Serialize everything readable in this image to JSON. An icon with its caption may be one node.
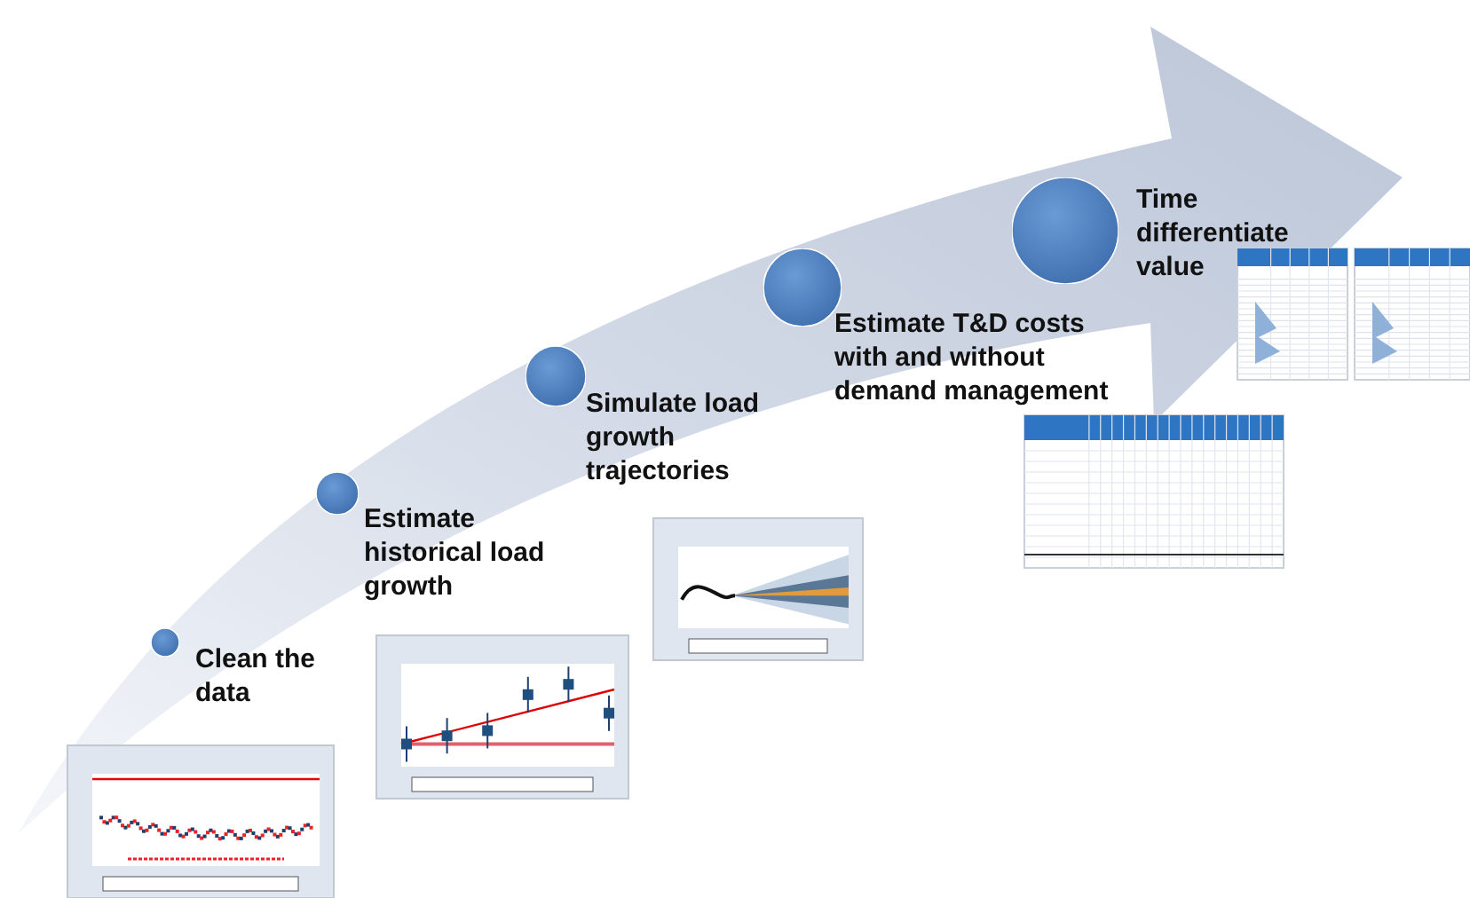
{
  "diagram": {
    "nodes": [
      {
        "text": [],
        "shape": "circle",
        "beside": [
          "Clean the data"
        ]
      },
      {
        "text": [],
        "shape": "circle",
        "beside": [
          "Estimate historical load growth"
        ]
      },
      {
        "text": [],
        "shape": "circle",
        "beside": [
          "Simulate load growth trajectories"
        ]
      },
      {
        "text": [],
        "shape": "circle",
        "beside": [
          "Estimate T&D costs with and without demand management"
        ]
      },
      {
        "text": [],
        "shape": "circle",
        "beside": [
          "Time differentiate value"
        ]
      }
    ]
  }
}
